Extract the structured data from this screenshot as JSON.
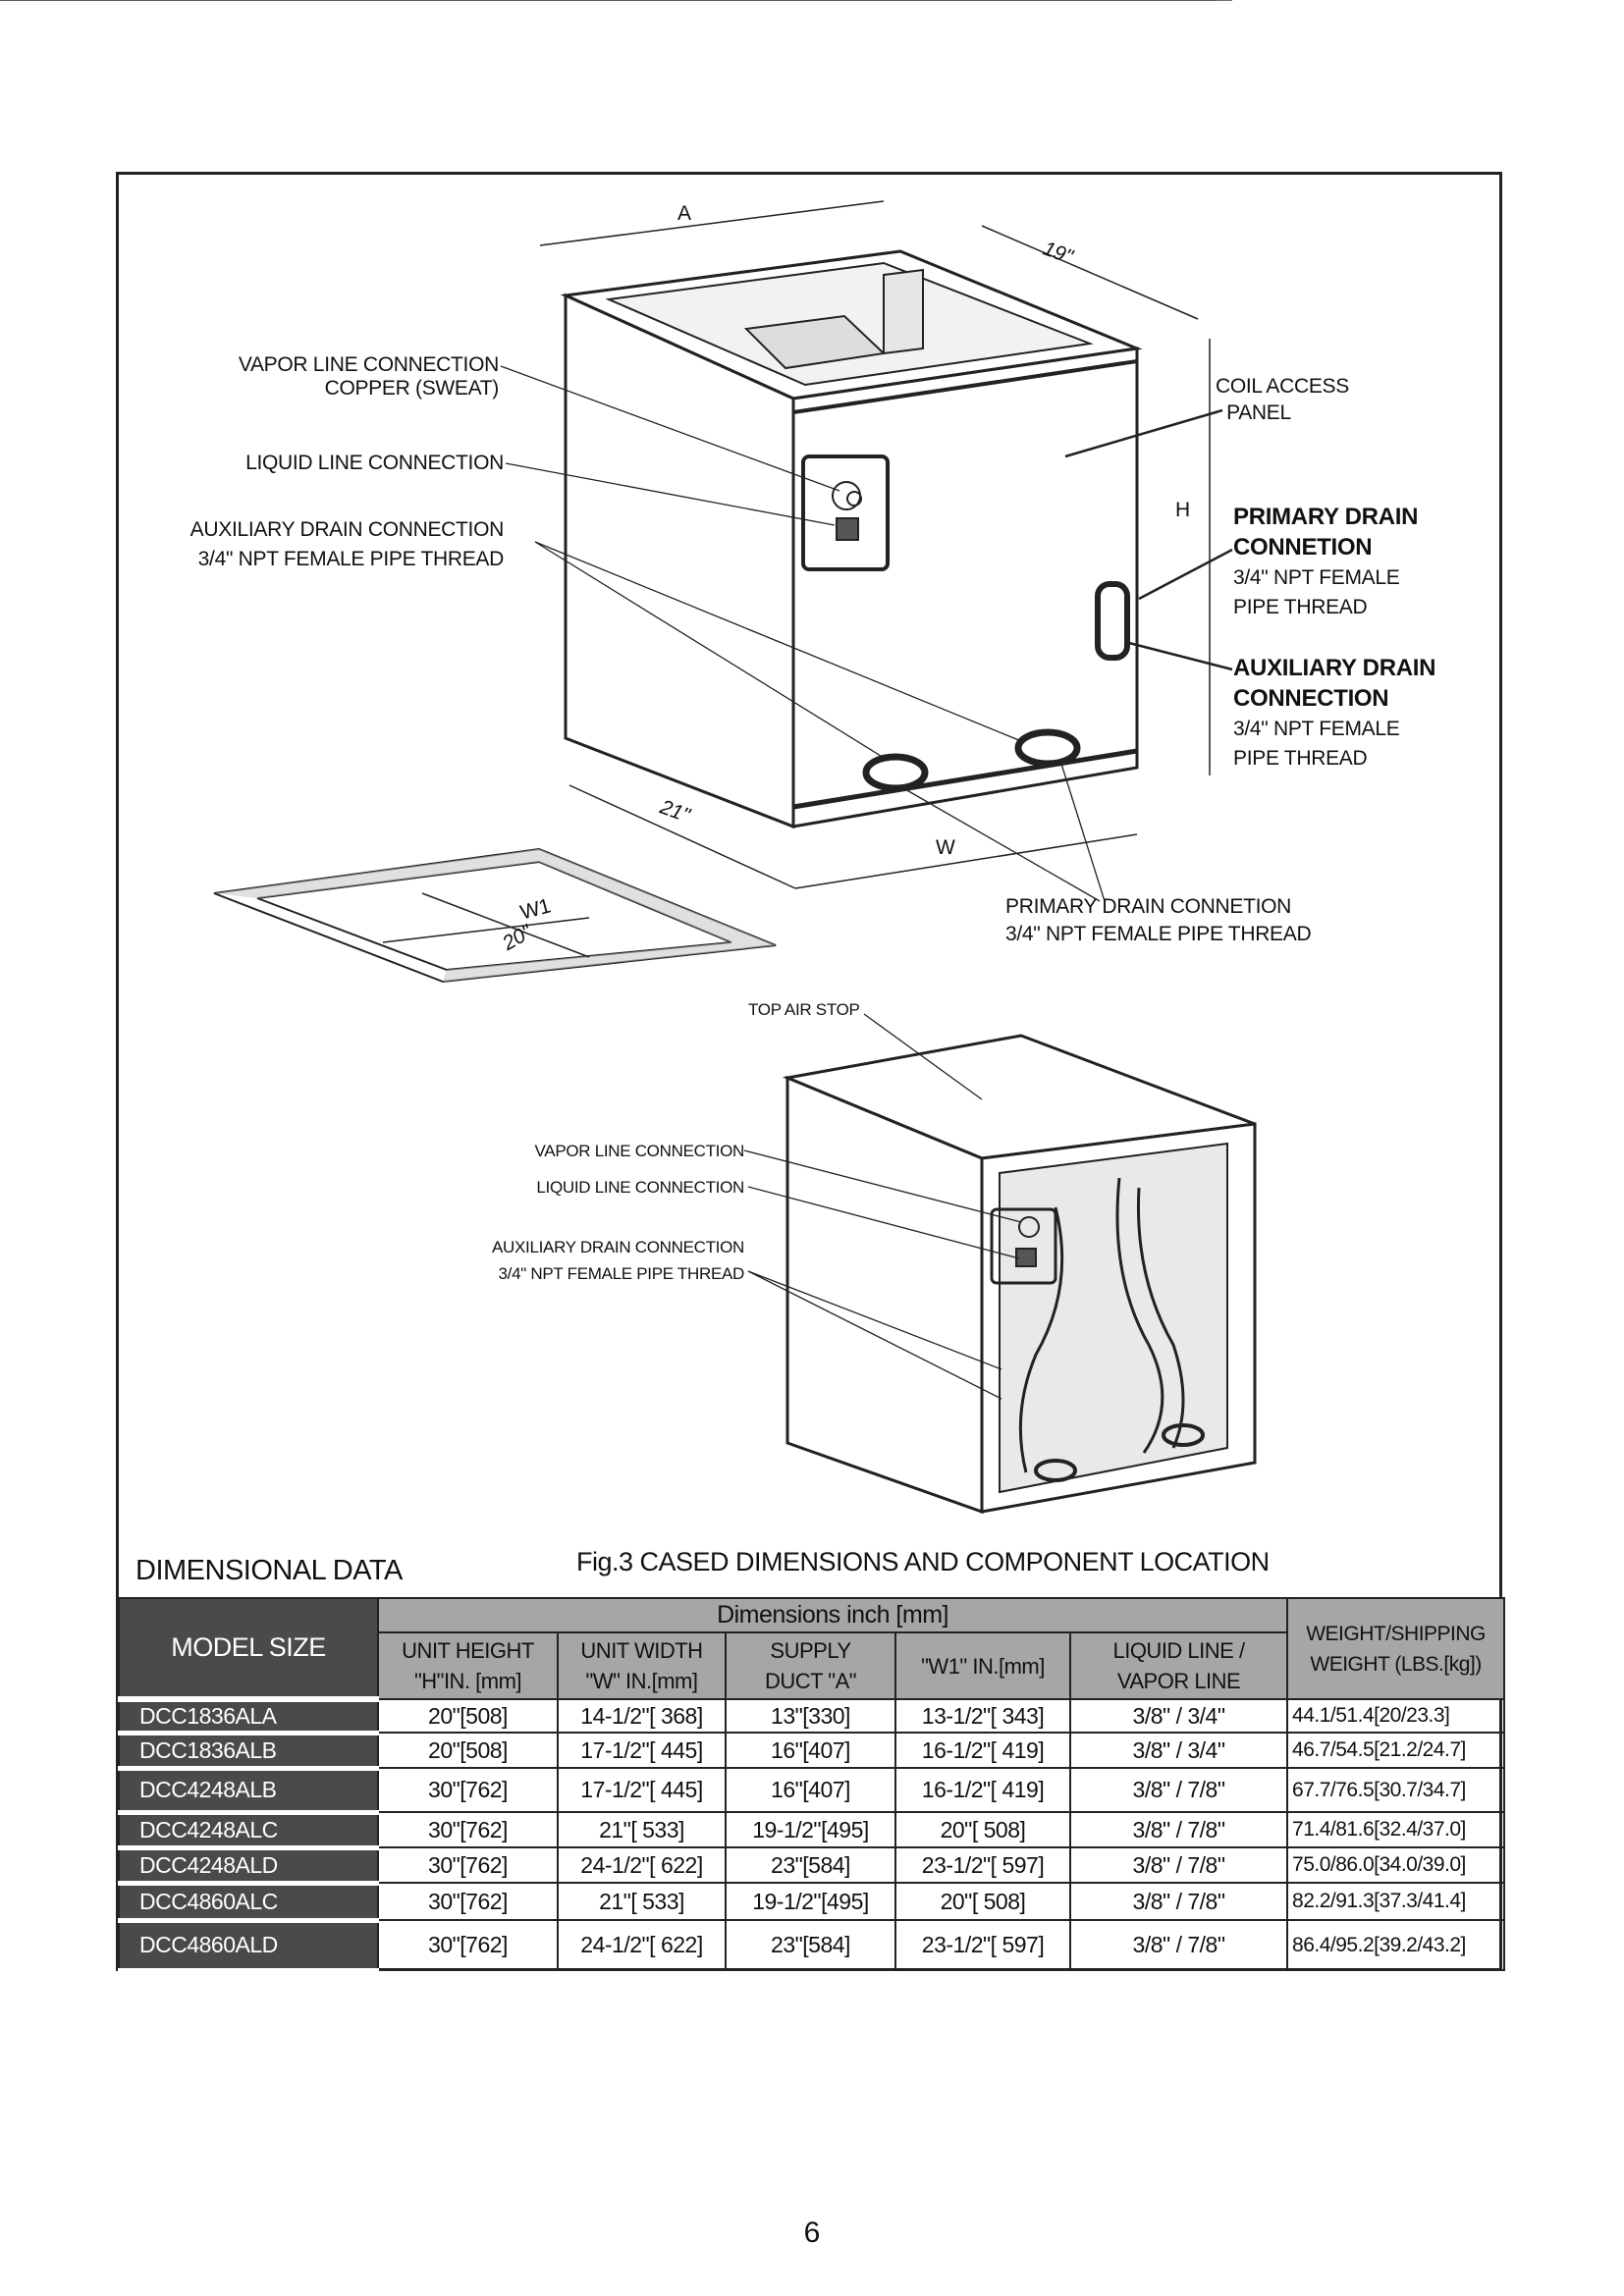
{
  "figure": {
    "dim_a": "A",
    "dim_19": "19\"",
    "dim_h": "H",
    "dim_21": "21\"",
    "dim_w": "W",
    "dim_w1": "W1",
    "dim_20": "20\"",
    "vapor_line": [
      "VAPOR LINE CONNECTION",
      "COPPER (SWEAT)"
    ],
    "liquid_line": "LIQUID LINE CONNECTION",
    "aux_drain_left": [
      "AUXILIARY DRAIN CONNECTION",
      "3/4\" NPT FEMALE PIPE THREAD"
    ],
    "coil_access": [
      "COIL ACCESS",
      "PANEL"
    ],
    "primary_drain_right": [
      "PRIMARY DRAIN",
      "CONNETION",
      "3/4\"  NPT FEMALE",
      "PIPE THREAD"
    ],
    "aux_drain_right": [
      "AUXILIARY DRAIN",
      "CONNECTION",
      "3/4\" NPT FEMALE",
      "PIPE THREAD"
    ],
    "primary_drain_bottom": [
      "PRIMARY DRAIN CONNETION",
      "3/4\"  NPT FEMALE PIPE THREAD"
    ],
    "top_air_stop": "TOP AIR STOP",
    "vapor_line_2": "VAPOR LINE CONNECTION",
    "liquid_line_2": "LIQUID LINE CONNECTION",
    "aux_drain_2": [
      "AUXILIARY DRAIN CONNECTION",
      "3/4\" NPT FEMALE PIPE THREAD"
    ]
  },
  "section_title": "DIMENSIONAL DATA",
  "caption": "Fig.3 CASED DIMENSIONS AND COMPONENT LOCATION",
  "table": {
    "model_header": "MODEL SIZE",
    "group_header": "Dimensions inch [mm]",
    "weight_header": [
      "WEIGHT/SHIPPING",
      "WEIGHT (LBS.[kg])"
    ],
    "columns": [
      [
        "UNIT HEIGHT",
        "\"H\"IN. [mm]"
      ],
      [
        "UNIT WIDTH",
        "\"W\" IN.[mm]"
      ],
      [
        "SUPPLY",
        "DUCT \"A\""
      ],
      [
        "\"W1\" IN.[mm]"
      ],
      [
        "LIQUID LINE /",
        "VAPOR LINE"
      ]
    ],
    "rows": [
      [
        "DCC1836ALA",
        "20\"[508]",
        "14-1/2\"[ 368]",
        "13\"[330]",
        "13-1/2\"[ 343]",
        "3/8\"  /  3/4\"",
        "44.1/51.4[20/23.3]"
      ],
      [
        "DCC1836ALB",
        "20\"[508]",
        "17-1/2\"[ 445]",
        "16\"[407]",
        "16-1/2\"[ 419]",
        "3/8\"  /  3/4\"",
        "46.7/54.5[21.2/24.7]"
      ],
      [
        "DCC4248ALB",
        "30\"[762]",
        "17-1/2\"[ 445]",
        "16\"[407]",
        "16-1/2\"[ 419]",
        "3/8\"  /  7/8\"",
        "67.7/76.5[30.7/34.7]"
      ],
      [
        "DCC4248ALC",
        "30\"[762]",
        "21\"[ 533]",
        "19-1/2\"[495]",
        "20\"[ 508]",
        "3/8\"  /  7/8\"",
        "71.4/81.6[32.4/37.0]"
      ],
      [
        "DCC4248ALD",
        "30\"[762]",
        "24-1/2\"[ 622]",
        "23\"[584]",
        "23-1/2\"[ 597]",
        "3/8\"  /  7/8\"",
        "75.0/86.0[34.0/39.0]"
      ],
      [
        "DCC4860ALC",
        "30\"[762]",
        "21\"[ 533]",
        "19-1/2\"[495]",
        "20\"[ 508]",
        "3/8\"  /  7/8\"",
        "82.2/91.3[37.3/41.4]"
      ],
      [
        "DCC4860ALD",
        "30\"[762]",
        "24-1/2\"[ 622]",
        "23\"[584]",
        "23-1/2\"[ 597]",
        "3/8\"  /  7/8\"",
        "86.4/95.2[39.2/43.2]"
      ]
    ]
  },
  "page_number": "6"
}
